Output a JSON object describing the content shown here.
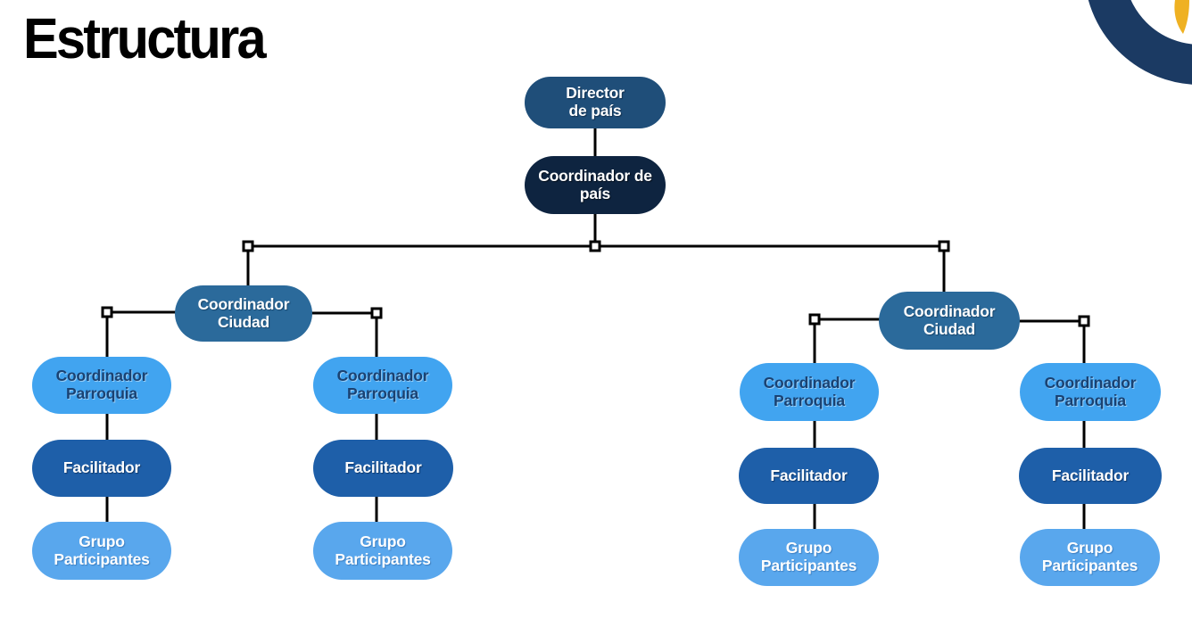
{
  "slide": {
    "title": "Estructura"
  },
  "logo": {
    "name": "ring-and-flame-emblem",
    "ring_color": "#1B3A63",
    "flame_color": "#EFB122"
  },
  "org_chart": {
    "connector_color": "#000000",
    "anchor_square_fill": "#FFFFFF",
    "anchor_square_border": "#000000",
    "nodes": {
      "director": {
        "label": "Director\nde país",
        "fill": "#1F4E79",
        "text_color": "#FFFFFF"
      },
      "coordinador_pais": {
        "label": "Coordinador de\npaís",
        "fill": "#0E2440",
        "text_color": "#FFFFFF"
      },
      "coordinador_ciudad": {
        "label": "Coordinador\nCiudad",
        "fill": "#2B6A9B",
        "text_color": "#FFFFFF"
      },
      "coordinador_parroquia": {
        "label": "Coordinador\nParroquia",
        "fill": "#41A4F0",
        "text_color": "#1A4272"
      },
      "facilitador": {
        "label": "Facilitador",
        "fill": "#1E5FA9",
        "text_color": "#FFFFFF"
      },
      "grupo_participantes": {
        "label": "Grupo\nParticipantes",
        "fill": "#59A7ED",
        "text_color": "#FFFFFF"
      }
    },
    "hierarchy_note": "Director de país > Coordinador de país > 2× Coordinador Ciudad > 4× Coordinador Parroquia > 4× Facilitador > 4× Grupo Participantes"
  }
}
